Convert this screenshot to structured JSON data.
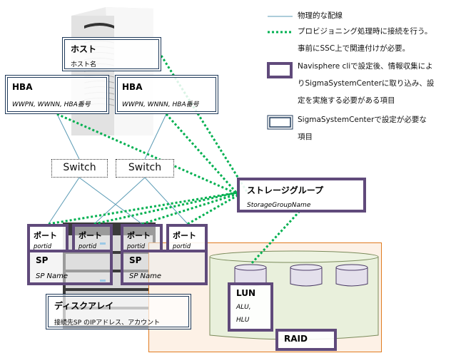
{
  "host": {
    "title": "ホスト",
    "value": "ホスト名"
  },
  "hba": [
    {
      "title": "HBA",
      "value": "WWPN,  WWNN,  HBA番号"
    },
    {
      "title": "HBA",
      "value": "WWPN,  WNNN,  HBA番号"
    }
  ],
  "switches": [
    {
      "label": "Switch"
    },
    {
      "label": "Switch"
    }
  ],
  "storage_group": {
    "title": "ストレージグループ",
    "value": "StorageGroupName"
  },
  "ports": [
    {
      "title": "ポート",
      "value": "portid"
    },
    {
      "title": "ポート",
      "value": "portid"
    },
    {
      "title": "ポート",
      "value": "portid"
    },
    {
      "title": "ポート",
      "value": "portid"
    }
  ],
  "sps": [
    {
      "title": "SP",
      "value": "SP Name"
    },
    {
      "title": "SP",
      "value": "SP Name"
    }
  ],
  "disk_array": {
    "title": "ディスクアレイ",
    "value": "接続先SP のIPアドレス、アカウント"
  },
  "lun": {
    "title": "LUN",
    "value_lines": [
      "ALU,",
      "HLU"
    ]
  },
  "raid": {
    "title": "RAID"
  },
  "legend": {
    "physical": "物理的な配線",
    "provisioning": [
      "プロビジョニング処理時に接続を行う。",
      "事前にSSC上で関連付けが必要。"
    ],
    "navisphere": [
      "Navisphere cliで設定後、情報収集によ",
      "りSigmaSystemCenterに取り込み、設",
      "定を実施する必要がある項目"
    ],
    "ssc": [
      "SigmaSystemCenterで設定が必要な",
      "項目"
    ]
  },
  "colors": {
    "physical_line": "#5b9bb5",
    "provisioning_line": "#00b050",
    "navisphere_border": "#604a7b",
    "ssc_border": "#1f3a5a",
    "raid_area_border": "#e07b20",
    "raid_area_fill": "#fdf1e6",
    "raid_cylinder_fill": "#e9f0dc",
    "lun_cylinder_fill": "#e4e0ec"
  }
}
